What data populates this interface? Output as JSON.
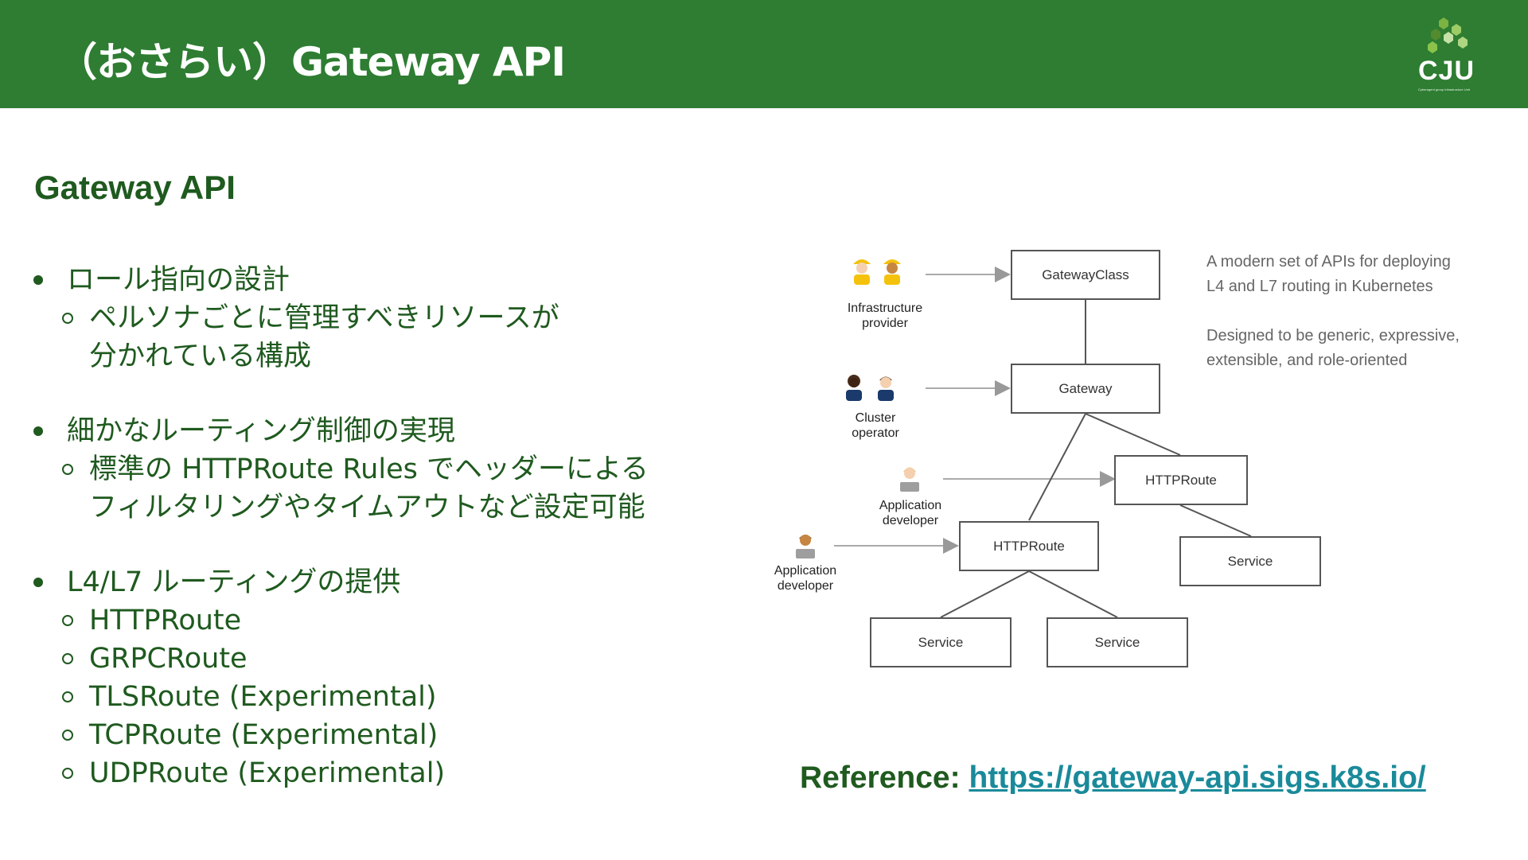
{
  "header": {
    "title": "（おさらい）Gateway API",
    "logo_text": "CJU",
    "logo_subtext": "Cyberagent group Infrastructure Unit"
  },
  "section_heading": "Gateway API",
  "bullets": [
    {
      "label": "ロール指向の設計",
      "sub": [
        [
          "ペルソナごとに管理すべきリソースが",
          "分かれている構成"
        ]
      ]
    },
    {
      "label": "細かなルーティング制御の実現",
      "sub": [
        [
          "標準の HTTPRoute Rules でヘッダーによる",
          "フィルタリングやタイムアウトなど設定可能"
        ]
      ]
    },
    {
      "label": "L4/L7 ルーティングの提供",
      "sub": [
        [
          "HTTPRoute"
        ],
        [
          "GRPCRoute"
        ],
        [
          "TLSRoute (Experimental)"
        ],
        [
          "TCPRoute (Experimental)"
        ],
        [
          "UDPRoute (Experimental)"
        ]
      ]
    }
  ],
  "diagram": {
    "boxes": {
      "gateway_class": "GatewayClass",
      "gateway": "Gateway",
      "httproute_right": "HTTPRoute",
      "httproute_left": "HTTPRoute",
      "service_right": "Service",
      "service_left": "Service",
      "service_middle": "Service"
    },
    "roles": {
      "infra_line1": "Infrastructure",
      "infra_line2": "provider",
      "cluster_line1": "Cluster",
      "cluster_line2": "operator",
      "appdev1_line1": "Application",
      "appdev1_line2": "developer",
      "appdev2_line1": "Application",
      "appdev2_line2": "developer"
    },
    "description": {
      "line1": "A modern set of APIs for deploying",
      "line2": "L4 and L7 routing in Kubernetes",
      "line3": "Designed to be generic, expressive,",
      "line4": "extensible, and role-oriented"
    }
  },
  "reference": {
    "label": "Reference: ",
    "url": "https://gateway-api.sigs.k8s.io/"
  },
  "colors": {
    "header_bg": "#2e7d32",
    "text_green": "#1f5a1f",
    "link": "#1a8a9a"
  }
}
